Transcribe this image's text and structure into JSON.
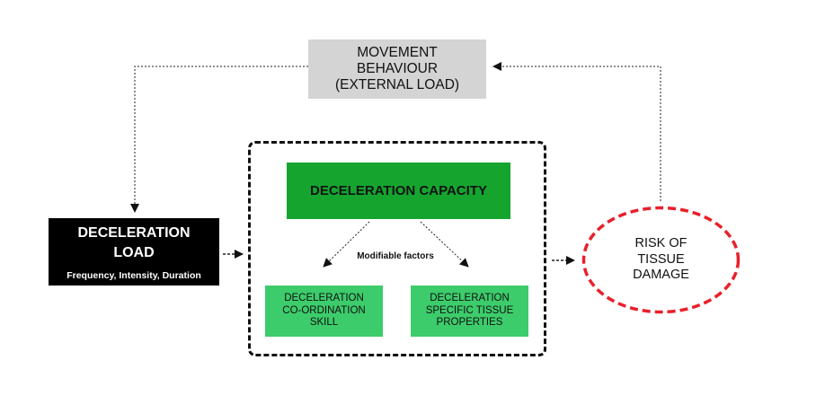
{
  "movement": {
    "line1": "MOVEMENT",
    "line2": "BEHAVIOUR",
    "line3": "(EXTERNAL LOAD)"
  },
  "load": {
    "title_line1": "DECELERATION",
    "title_line2": "LOAD",
    "subtitle": "Frequency, Intensity, Duration"
  },
  "capacity": {
    "label": "DECELERATION CAPACITY",
    "modifiable": "Modifiable factors"
  },
  "skill": {
    "line1": "DECELERATION",
    "line2": "CO-ORDINATION",
    "line3": "SKILL"
  },
  "tissue": {
    "line1": "DECELERATION",
    "line2": "SPECIFIC TISSUE",
    "line3": "PROPERTIES"
  },
  "risk": {
    "line1": "RISK OF",
    "line2": "TISSUE",
    "line3": "DAMAGE"
  },
  "colors": {
    "capacity": "#15a52f",
    "factor_boxes": "#3dcc6b",
    "risk_ring": "#e8202b",
    "movement": "#d4d4d4",
    "load": "#000000"
  }
}
